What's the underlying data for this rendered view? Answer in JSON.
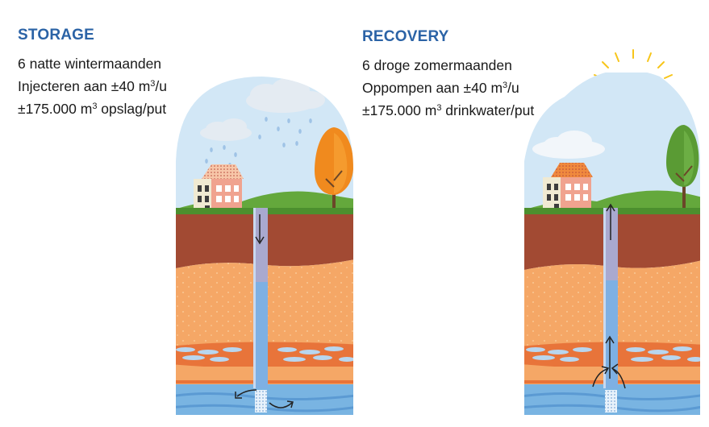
{
  "colors": {
    "heading": "#2b63a6",
    "sky": "#d2e7f6",
    "grass": "#64a83c",
    "topsoil": "#a24a33",
    "sand": "#f5a766",
    "aquifer": "#79b4e2",
    "pipe": "#8b97c4",
    "leaf_autumn": "#f08a1e",
    "leaf_summer": "#5a9b34",
    "sun": "#f7c51a"
  },
  "storage": {
    "title": "STORAGE",
    "line1": "6 natte wintermaanden",
    "line2_pre": "Injecteren aan ±40 m",
    "line2_sup": "3",
    "line2_post": "/u",
    "line3_pre": "±175.000 m",
    "line3_sup": "3",
    "line3_post": " opslag/put"
  },
  "recovery": {
    "title": "RECOVERY",
    "line1": "6 droge zomermaanden",
    "line2_pre": "Oppompen aan ±40 m",
    "line2_sup": "3",
    "line2_post": "/u",
    "line3_pre": "±175.000 m",
    "line3_sup": "3",
    "line3_post": " drinkwater/put"
  },
  "icons": {
    "storage": [
      "rain-cloud-icon",
      "house-icon",
      "autumn-tree-icon",
      "down-arrow-icon"
    ],
    "recovery": [
      "sun-icon",
      "cloud-icon",
      "house-icon",
      "summer-tree-icon",
      "up-arrow-icon"
    ]
  }
}
